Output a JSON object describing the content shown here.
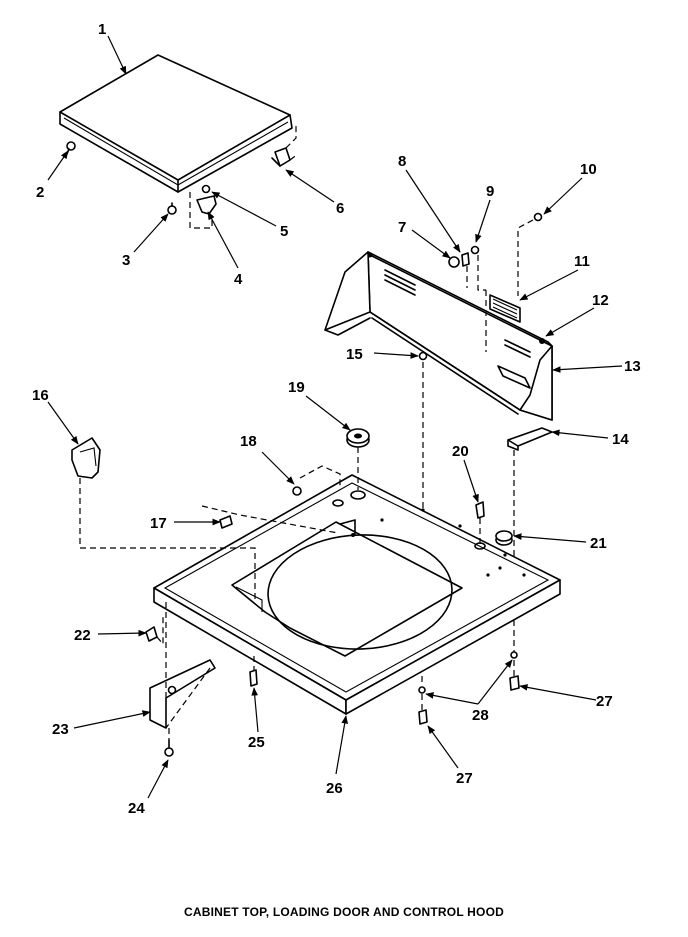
{
  "caption": "CABINET TOP, LOADING DOOR AND CONTROL HOOD",
  "callouts": {
    "c1": "1",
    "c2": "2",
    "c3": "3",
    "c4": "4",
    "c5": "5",
    "c6": "6",
    "c7": "7",
    "c8": "8",
    "c9": "9",
    "c10": "10",
    "c11": "11",
    "c12": "12",
    "c13": "13",
    "c14": "14",
    "c15": "15",
    "c16": "16",
    "c17": "17",
    "c18": "18",
    "c19": "19",
    "c20": "20",
    "c21": "21",
    "c22": "22",
    "c23": "23",
    "c24": "24",
    "c25": "25",
    "c26": "26",
    "c27a": "27",
    "c27b": "27",
    "c28": "28"
  }
}
